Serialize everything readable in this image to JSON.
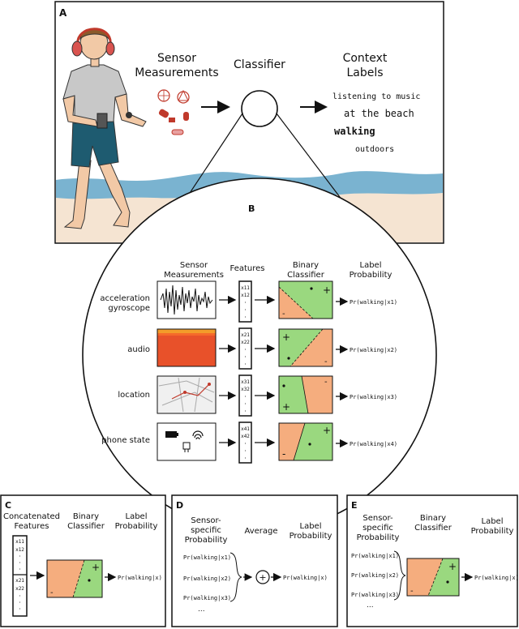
{
  "panel_a": {
    "letter": "A",
    "sensor_line1": "Sensor",
    "sensor_line2": "Measurements",
    "classifier": "Classifier",
    "context_line1": "Context",
    "context_line2": "Labels",
    "labels": [
      "listening to music",
      "at the beach",
      "walking",
      "outdoors"
    ]
  },
  "panel_b": {
    "letter": "B",
    "head_sensor_1": "Sensor",
    "head_sensor_2": "Measurements",
    "head_features": "Features",
    "head_binary_1": "Binary",
    "head_binary_2": "Classifier",
    "head_label_1": "Label",
    "head_label_2": "Probability",
    "rows": [
      {
        "name1": "acceleration",
        "name2": "gyroscope",
        "f1": "x11",
        "f2": "x12",
        "prob": "Pr(walking|x1)"
      },
      {
        "name1": "audio",
        "name2": "",
        "f1": "x21",
        "f2": "x22",
        "prob": "Pr(walking|x2)"
      },
      {
        "name1": "location",
        "name2": "",
        "f1": "x31",
        "f2": "x32",
        "prob": "Pr(walking|x3)"
      },
      {
        "name1": "phone state",
        "name2": "",
        "f1": "x41",
        "f2": "x42",
        "prob": "Pr(walking|x4)"
      }
    ],
    "dots": "·",
    "plus": "+",
    "minus": "-"
  },
  "panel_c": {
    "letter": "C",
    "head_feat_1": "Concatenated",
    "head_feat_2": "Features",
    "head_binary_1": "Binary",
    "head_binary_2": "Classifier",
    "head_label_1": "Label",
    "head_label_2": "Probability",
    "features": [
      "x11",
      "x12",
      "x21",
      "x22"
    ],
    "prob": "Pr(walking|x)"
  },
  "panel_d": {
    "letter": "D",
    "head_1": "Sensor-",
    "head_2": "specific",
    "head_3": "Probability",
    "average": "Average",
    "head_label_1": "Label",
    "head_label_2": "Probability",
    "probs": [
      "Pr(walking|x1)",
      "Pr(walking|x2)",
      "Pr(walking|x3)"
    ],
    "ellipsis": "...",
    "op": "+",
    "prob": "Pr(walking|x)"
  },
  "panel_e": {
    "letter": "E",
    "head_1": "Sensor-",
    "head_2": "specific",
    "head_3": "Probability",
    "head_binary_1": "Binary",
    "head_binary_2": "Classifier",
    "head_label_1": "Label",
    "head_label_2": "Probability",
    "probs": [
      "Pr(walking|x1)",
      "Pr(walking|x2)",
      "Pr(walking|x3)"
    ],
    "ellipsis": "...",
    "prob": "Pr(walking|x)"
  },
  "colors": {
    "green": "#9ad87f",
    "orange": "#f5ad7e",
    "sea": "#7ab3d0",
    "sand": "#f5e4d2",
    "shirt": "#c8c8c8",
    "shorts": "#1e5b70",
    "headphones": "#d9534f"
  }
}
